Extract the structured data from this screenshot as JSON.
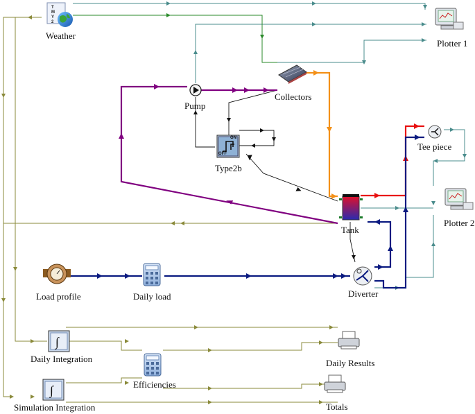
{
  "components": {
    "weather": {
      "label": "Weather",
      "icon": "weather-globe-icon",
      "badge": "TMY2"
    },
    "plotter1": {
      "label": "Plotter 1",
      "icon": "plotter-monitor-icon"
    },
    "collectors": {
      "label": "Collectors",
      "icon": "solar-collector-icon"
    },
    "pump": {
      "label": "Pump",
      "icon": "pump-icon"
    },
    "type2b": {
      "label": "Type2b",
      "icon": "controller-icon",
      "on_text": "ON",
      "off_text": "OFF"
    },
    "tee": {
      "label": "Tee piece",
      "icon": "tee-piece-icon"
    },
    "tank": {
      "label": "Tank",
      "icon": "storage-tank-icon"
    },
    "plotter2": {
      "label": "Plotter 2",
      "icon": "plotter-monitor-icon"
    },
    "load_profile": {
      "label": "Load profile",
      "icon": "water-meter-icon"
    },
    "daily_load": {
      "label": "Daily load",
      "icon": "calculator-icon"
    },
    "diverter": {
      "label": "Diverter",
      "icon": "diverter-icon"
    },
    "daily_integration": {
      "label": "Daily Integration",
      "icon": "integral-icon",
      "symbol": "∫"
    },
    "daily_results": {
      "label": "Daily Results",
      "icon": "printer-icon"
    },
    "efficiencies": {
      "label": "Efficiencies",
      "icon": "calculator-icon"
    },
    "simulation_integration": {
      "label": "Simulation Integration",
      "icon": "integral-icon",
      "symbol": "∫"
    },
    "totals": {
      "label": "Totals",
      "icon": "printer-icon"
    }
  },
  "colors": {
    "weather_link": "#2a8a2a",
    "output_link": "#4a8c8c",
    "signal_link": "#8a8a3a",
    "control_link": "#111111",
    "collector_loop": "#800080",
    "collector_hot": "#f39018",
    "hot_water": "#e81010",
    "cold_water": "#0a1a80"
  }
}
